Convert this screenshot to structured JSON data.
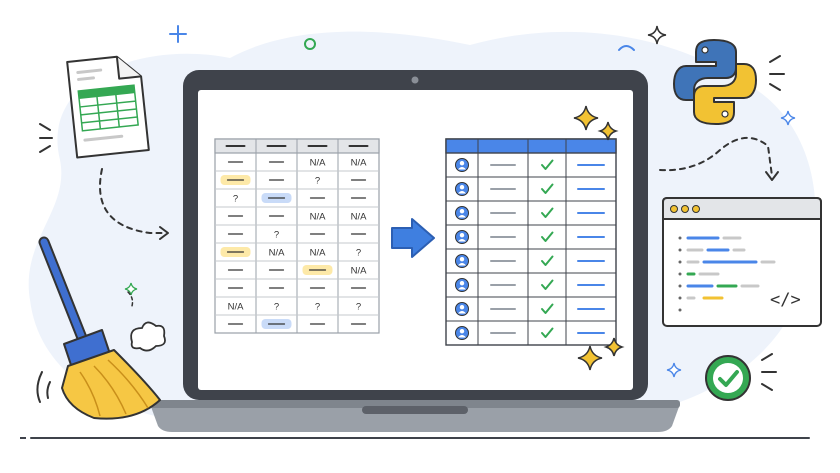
{
  "colors": {
    "blob": "#eef3fb",
    "laptop_frame": "#3f434b",
    "laptop_base": "#9aa0a8",
    "screen": "#ffffff",
    "header_gray": "#e3e5e8",
    "header_blue": "#4a86e8",
    "arrow_blue": "#3f7fe0",
    "check_green": "#34a853",
    "python_blue": "#3f74b8",
    "python_yellow": "#f2c233",
    "broom_yellow": "#f6c744",
    "broom_handle": "#3f6fd0",
    "sparkle": "#f2c233",
    "highlight_yellow": "#fde9a8",
    "highlight_blue": "#c9dbf8"
  },
  "dirty_table": {
    "columns": 4,
    "rows": [
      [
        "—",
        "—",
        "N/A",
        "N/A"
      ],
      [
        "[hl-yellow]",
        "—",
        "?",
        "—"
      ],
      [
        "?",
        "[hl-blue]",
        "—",
        "—"
      ],
      [
        "—",
        "—",
        "N/A",
        "N/A"
      ],
      [
        "—",
        "?",
        "—",
        "—"
      ],
      [
        "[hl-yellow]",
        "N/A",
        "N/A",
        "?"
      ],
      [
        "—",
        "—",
        "[hl-yellow]",
        "N/A"
      ],
      [
        "—",
        "—",
        "—",
        "—"
      ],
      [
        "N/A",
        "?",
        "?",
        "?"
      ],
      [
        "—",
        "[hl-blue]",
        "—",
        "—"
      ]
    ]
  },
  "clean_table": {
    "row_count": 8,
    "row_icon": "user-avatar-icon",
    "status_icon": "checkmark-icon"
  },
  "icons": {
    "spreadsheet": "spreadsheet-file-icon",
    "python": "python-logo-icon",
    "code_window": "code-editor-window-icon",
    "code_symbol": "</>",
    "success": "success-check-circle-icon",
    "broom": "broom-icon",
    "arrow": "transform-arrow-icon"
  }
}
